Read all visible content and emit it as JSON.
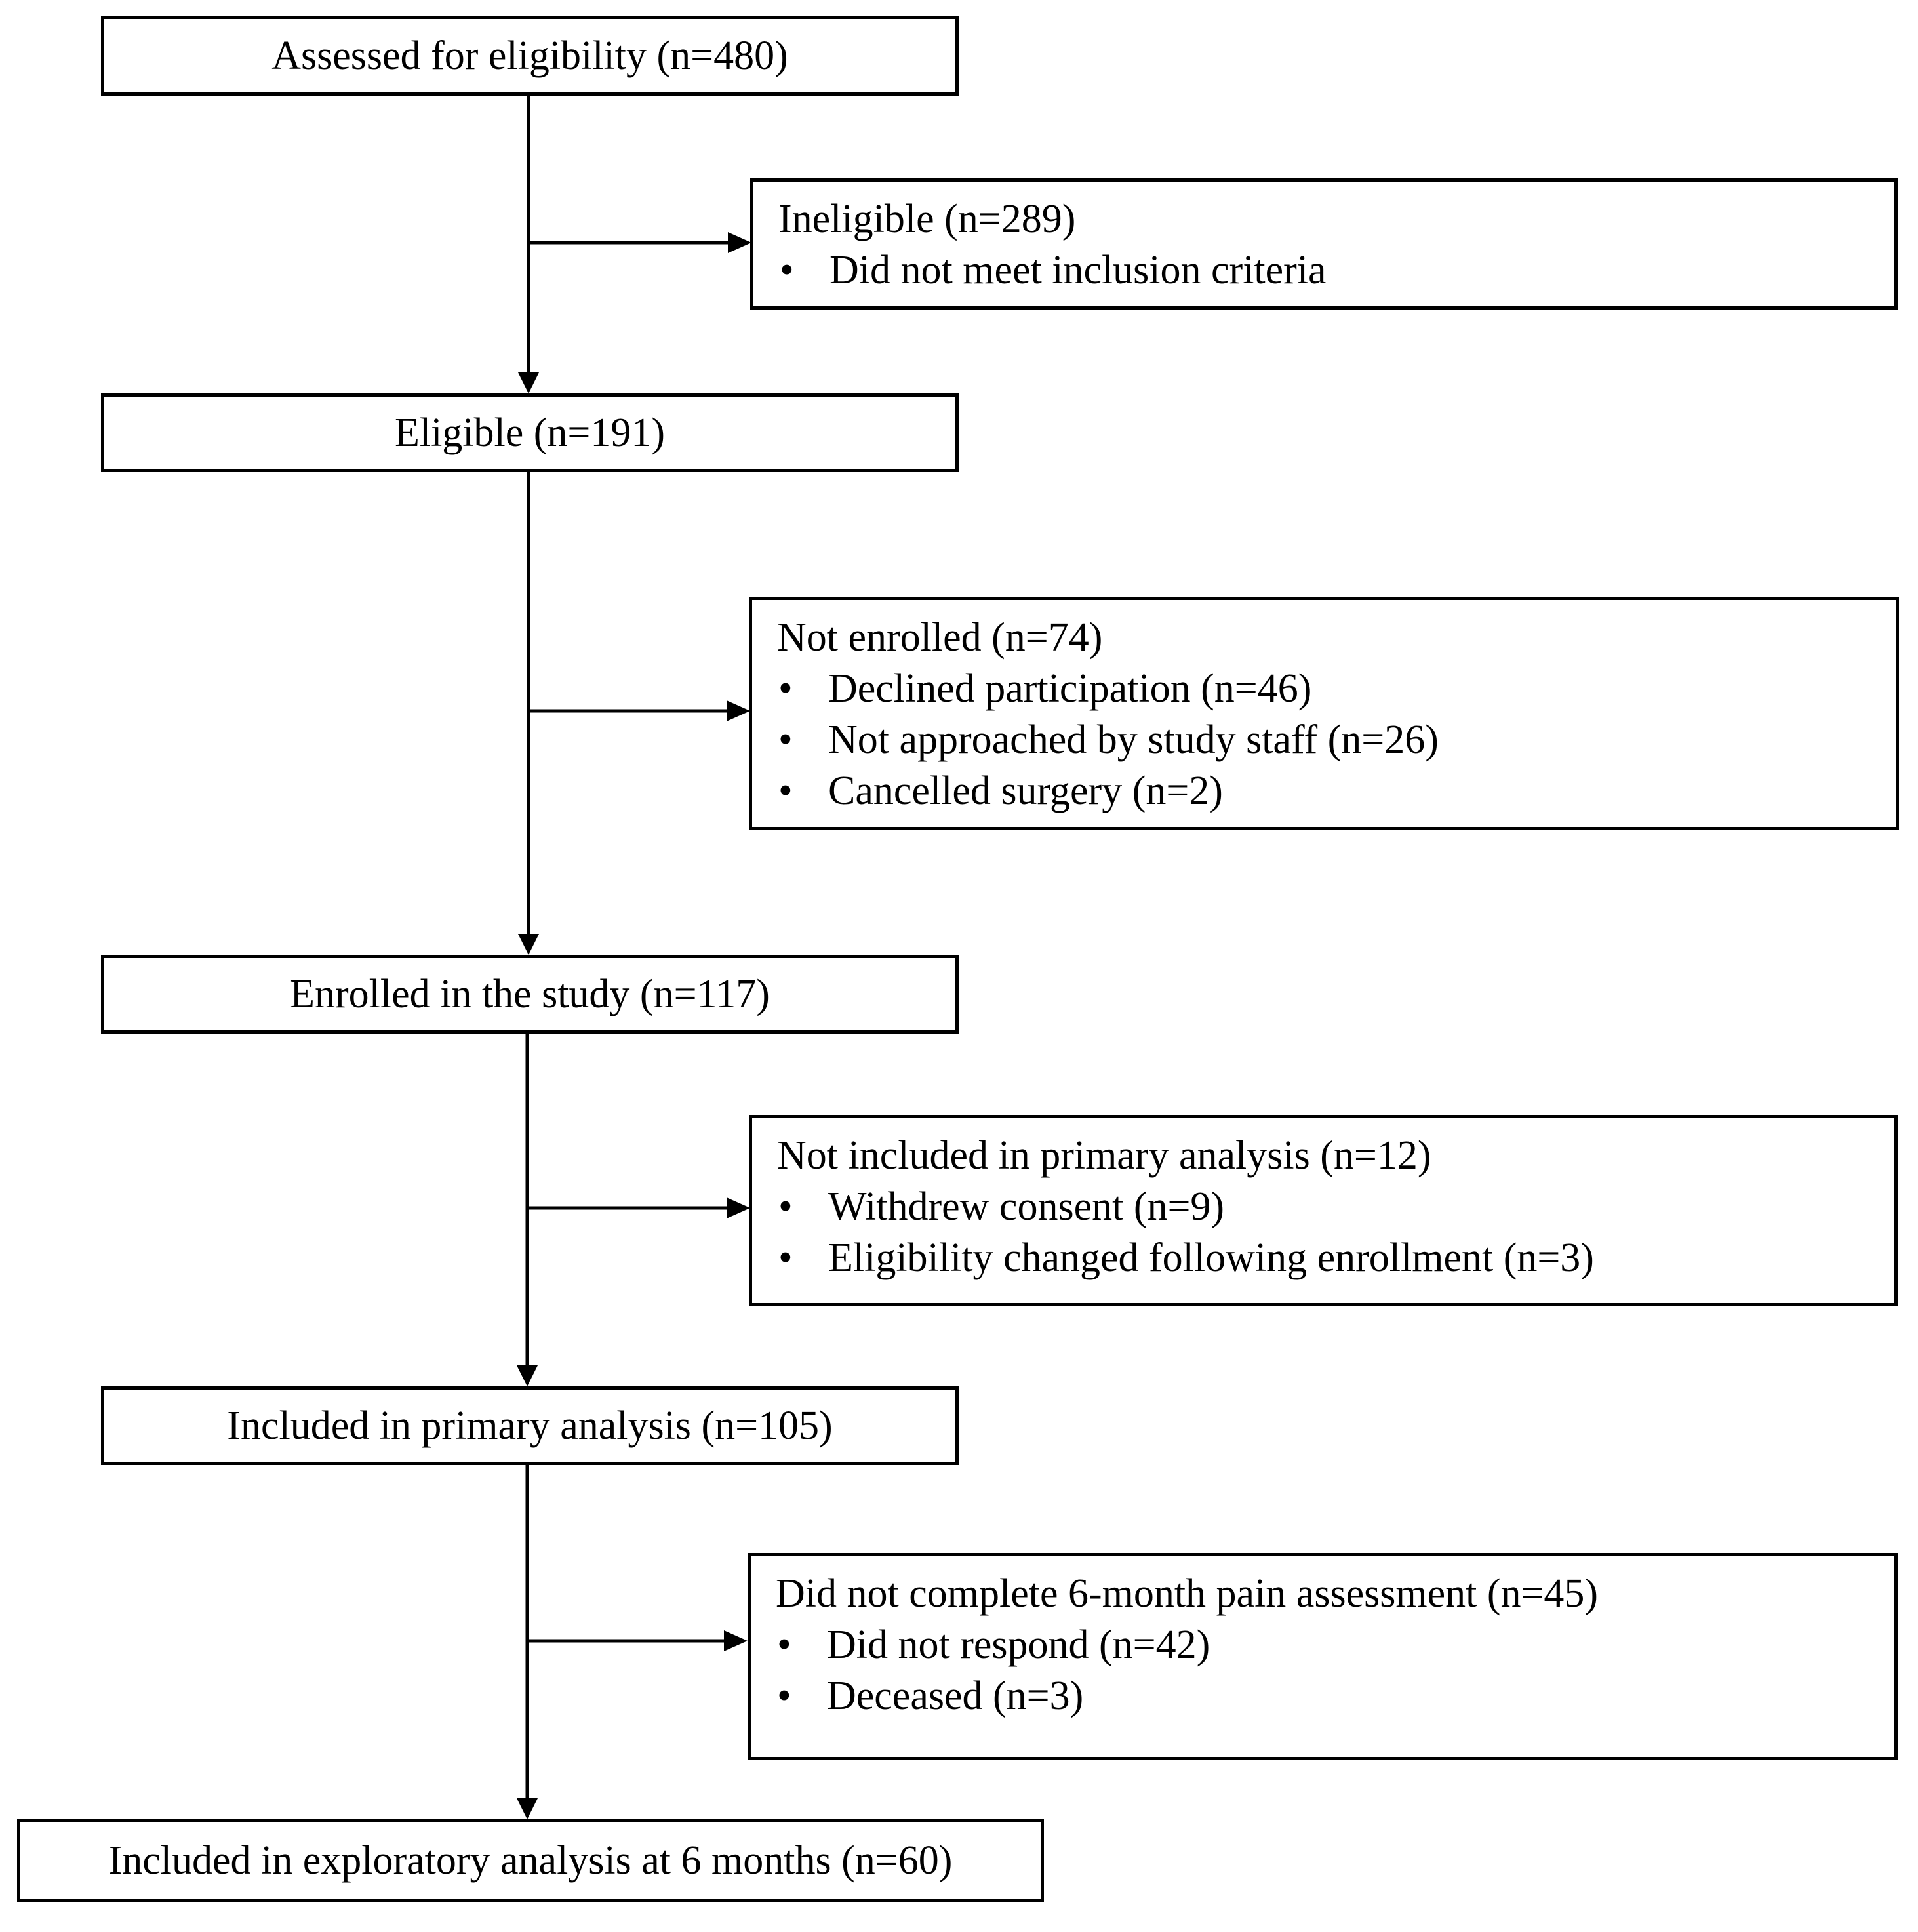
{
  "flow": {
    "assessed": "Assessed for eligibility (n=480)",
    "ineligible": {
      "title": "Ineligible (n=289)",
      "items": [
        "Did not meet inclusion criteria"
      ]
    },
    "eligible": "Eligible (n=191)",
    "not_enrolled": {
      "title": "Not enrolled (n=74)",
      "items": [
        "Declined participation (n=46)",
        "Not approached by study staff (n=26)",
        "Cancelled surgery (n=2)"
      ]
    },
    "enrolled": "Enrolled in the study (n=117)",
    "not_included_primary": {
      "title": "Not included in primary analysis (n=12)",
      "items": [
        "Withdrew consent (n=9)",
        "Eligibility changed following enrollment (n=3)"
      ]
    },
    "included_primary": "Included in primary analysis (n=105)",
    "not_completed_6mo": {
      "title": "Did not complete 6-month pain assessment (n=45)",
      "items": [
        "Did not respond (n=42)",
        "Deceased (n=3)"
      ]
    },
    "included_exploratory": "Included in exploratory analysis at 6 months (n=60)"
  },
  "bullet_glyph": "•",
  "colors": {
    "line": "#000000",
    "background": "#ffffff"
  }
}
